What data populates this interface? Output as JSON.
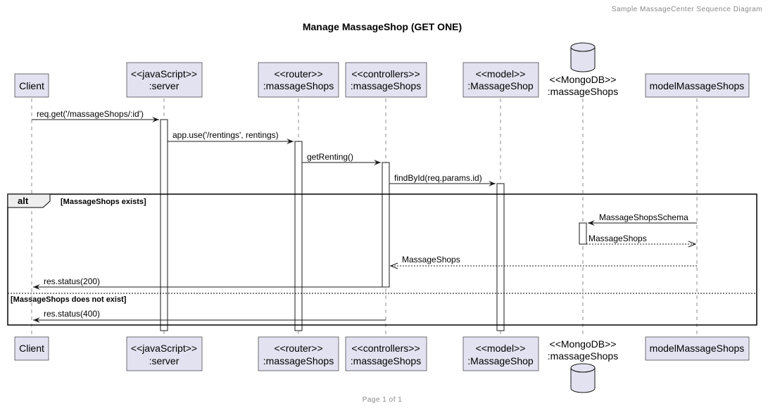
{
  "header": "Sample MassageCenter Sequence Diagram",
  "title": "Manage MassageShop (GET ONE)",
  "footer": "Page 1 of 1",
  "participants": [
    {
      "id": "client",
      "lines": [
        "Client"
      ],
      "type": "participant"
    },
    {
      "id": "server",
      "lines": [
        "<<javaScript>>",
        ":server"
      ],
      "type": "participant"
    },
    {
      "id": "router",
      "lines": [
        "<<router>>",
        ":massageShops"
      ],
      "type": "participant"
    },
    {
      "id": "controllers",
      "lines": [
        "<<controllers>>",
        ":massageShops"
      ],
      "type": "participant"
    },
    {
      "id": "model",
      "lines": [
        "<<model>>",
        ":MassageShop"
      ],
      "type": "participant"
    },
    {
      "id": "mongodb",
      "lines": [
        "<<MongoDB>>",
        ":massageShops"
      ],
      "type": "database"
    },
    {
      "id": "modelMassageShops",
      "lines": [
        "modelMassageShops"
      ],
      "type": "participant"
    }
  ],
  "messages": [
    {
      "from": "client",
      "to": "server",
      "label": "req.get('/massageShops/:id')",
      "style": "solid"
    },
    {
      "from": "server",
      "to": "router",
      "label": "app.use('/rentings', rentings)",
      "style": "solid"
    },
    {
      "from": "router",
      "to": "controllers",
      "label": "getRenting()",
      "style": "solid"
    },
    {
      "from": "controllers",
      "to": "model",
      "label": "findById(req.params.id)",
      "style": "solid"
    },
    {
      "from": "modelMassageShops",
      "to": "mongodb",
      "label": "MassageShopsSchema",
      "style": "solid"
    },
    {
      "from": "mongodb",
      "to": "modelMassageShops",
      "label": "MassageShops",
      "style": "dashed"
    },
    {
      "from": "modelMassageShops",
      "to": "controllers",
      "label": "MassageShops",
      "style": "dashed"
    },
    {
      "from": "controllers",
      "to": "client",
      "label": "res.status(200)",
      "style": "solid"
    },
    {
      "from": "controllers",
      "to": "client",
      "label": "res.status(400)",
      "style": "solid"
    }
  ],
  "alt_fragment": {
    "keyword": "alt",
    "conditions": [
      "[MassageShops exists]",
      "[MassageShops does not exist]"
    ]
  },
  "colors": {
    "participant_fill": "#E2E2F0",
    "border": "#181818",
    "header_text": "#888888"
  }
}
